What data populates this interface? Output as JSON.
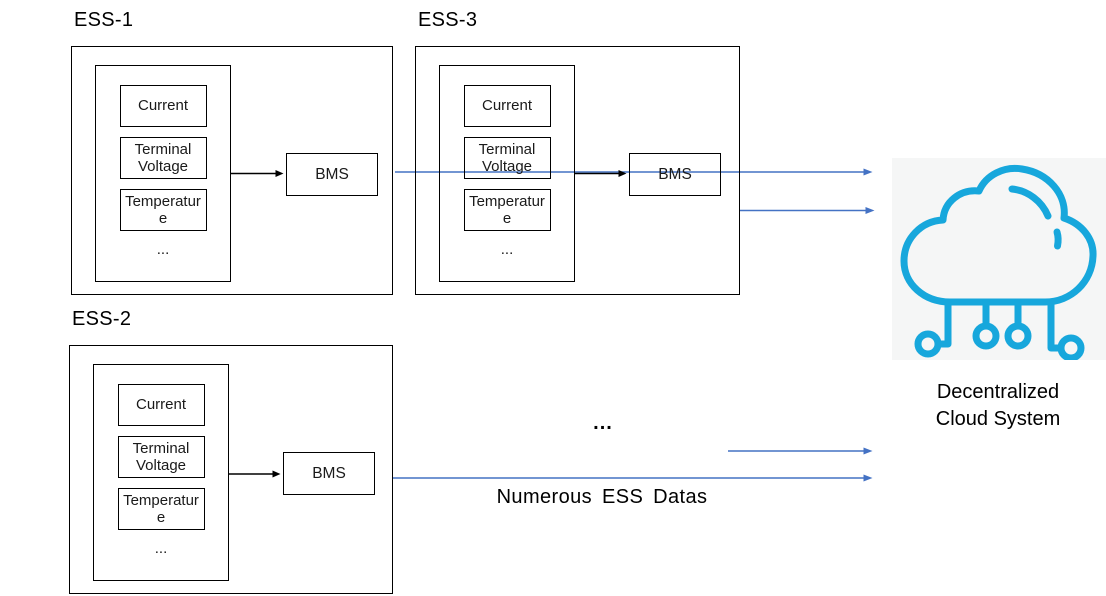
{
  "ess_units": [
    {
      "label": "ESS-1",
      "signals": [
        "Current",
        "Terminal Voltage",
        "Temperature"
      ],
      "ellipsis": "...",
      "bms_label": "BMS"
    },
    {
      "label": "ESS-3",
      "signals": [
        "Current",
        "Terminal Voltage",
        "Temperature"
      ],
      "ellipsis": "...",
      "bms_label": "BMS"
    },
    {
      "label": "ESS-2",
      "signals": [
        "Current",
        "Terminal Voltage",
        "Temperature"
      ],
      "ellipsis": "...",
      "bms_label": "BMS"
    }
  ],
  "middle": {
    "ellipsis": "...",
    "flow_label": "Numerous ESS Datas"
  },
  "cloud": {
    "icon": "iot-cloud-icon",
    "label_lines": [
      "Decentralized",
      "Cloud System"
    ]
  },
  "colors": {
    "data_arrow_blue": "#4472C4",
    "connector_arrow_black": "#000000",
    "box_border": "#000000",
    "cloud_icon_cyan": "#17A7DC",
    "cloud_background": "#F5F6F6"
  }
}
